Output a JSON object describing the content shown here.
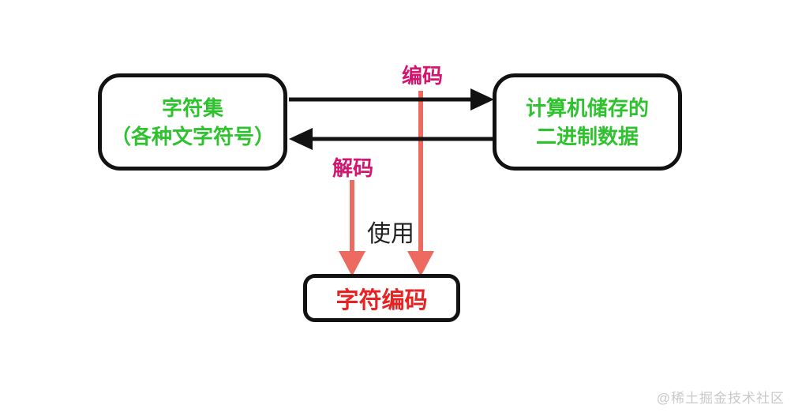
{
  "diagram": {
    "title_context": "character-encoding-relationship",
    "boxes": {
      "charset": {
        "line1": "字符集",
        "line2": "（各种文字符号）"
      },
      "binary": {
        "line1": "计算机储存的",
        "line2": "二进制数据"
      },
      "encoding": {
        "label": "字符编码"
      }
    },
    "labels": {
      "encode": "编码",
      "decode": "解码",
      "use": "使用"
    },
    "colors": {
      "background": "#ffffff",
      "box_border": "#121212",
      "green_text": "#2ec22e",
      "magenta_label": "#d4146e",
      "red_text": "#e62222",
      "black_arrow": "#121212",
      "salmon_arrow": "#ec6a5f",
      "use_text": "#222222",
      "watermark": "#c9c9c9"
    }
  },
  "watermark": {
    "text": "@稀土掘金技术社区"
  }
}
